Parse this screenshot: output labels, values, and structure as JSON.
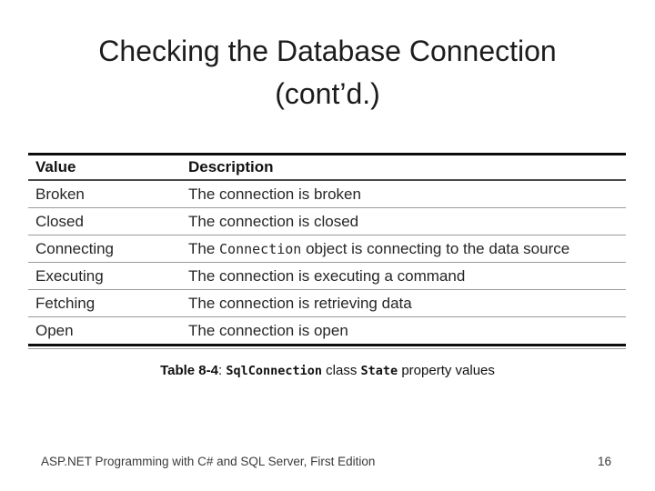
{
  "slide_title": {
    "line1": "Checking the Database Connection",
    "line2": "(cont’d.)"
  },
  "table": {
    "headers": [
      "Value",
      "Description"
    ],
    "rows": [
      {
        "value": "Broken",
        "desc": [
          {
            "t": "The connection is broken"
          }
        ]
      },
      {
        "value": "Closed",
        "desc": [
          {
            "t": "The connection is closed"
          }
        ]
      },
      {
        "value": "Connecting",
        "desc": [
          {
            "t": "The "
          },
          {
            "t": "Connection",
            "mono": true
          },
          {
            "t": " object is connecting to the data source"
          }
        ]
      },
      {
        "value": "Executing",
        "desc": [
          {
            "t": "The connection is executing a command"
          }
        ]
      },
      {
        "value": "Fetching",
        "desc": [
          {
            "t": "The connection is retrieving data"
          }
        ]
      },
      {
        "value": "Open",
        "desc": [
          {
            "t": "The connection is open"
          }
        ]
      }
    ]
  },
  "caption": {
    "segments": [
      {
        "t": "Table 8-4",
        "bold": true
      },
      {
        "t": ": "
      },
      {
        "t": "SqlConnection",
        "mono": true
      },
      {
        "t": " class "
      },
      {
        "t": "State",
        "mono": true
      },
      {
        "t": " property values"
      }
    ]
  },
  "footer": {
    "left": "ASP.NET Programming with C# and SQL Server, First Edition",
    "page": "16"
  },
  "colors": {
    "background": "#ffffff",
    "title_text": "#1c1c1c",
    "table_text": "#262626",
    "rule_heavy": "#0d0d0d",
    "rule_light": "#9a9a9a",
    "footer_text": "#3a3a3a"
  }
}
